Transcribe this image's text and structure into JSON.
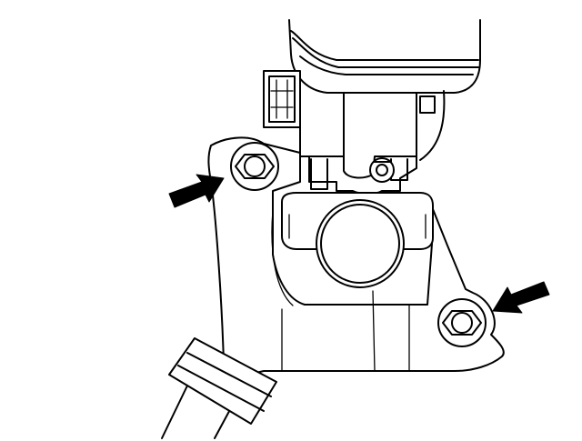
{
  "diagram": {
    "colors": {
      "line": "#000000",
      "background": "#ffffff"
    },
    "callouts": [
      {
        "target": "upper-left-mounting-nut",
        "pointer": "arrow"
      },
      {
        "target": "lower-right-mounting-nut",
        "pointer": "arrow"
      }
    ]
  }
}
